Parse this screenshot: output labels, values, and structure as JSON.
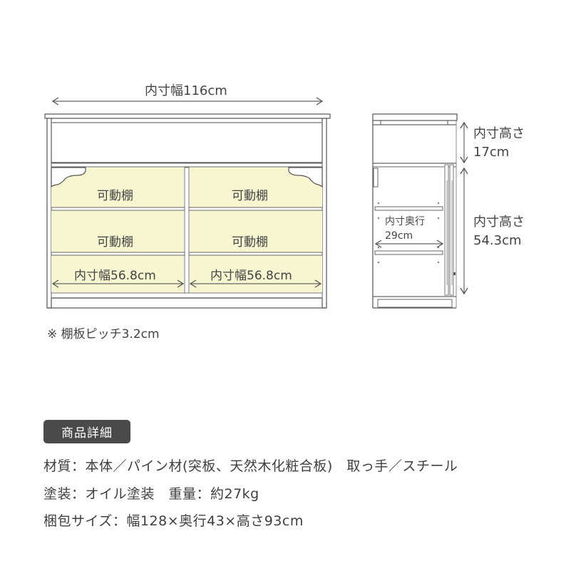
{
  "front_view": {
    "total_width_label": "内寸幅116cm",
    "shelf_labels": [
      "可動棚",
      "可動棚",
      "可動棚",
      "可動棚"
    ],
    "compartment_width_labels": [
      "内寸幅56.8cm",
      "内寸幅56.8cm"
    ],
    "shelf_color": "#f7f6d0",
    "line_color": "#555555"
  },
  "side_view": {
    "upper_height_label_line1": "内寸高さ",
    "upper_height_label_line2": "17cm",
    "lower_height_label_line1": "内寸高さ",
    "lower_height_label_line2": "54.3cm",
    "depth_label_line1": "内寸奥行",
    "depth_label_line2": "29cm"
  },
  "note": "※ 棚板ピッチ3.2cm",
  "details": {
    "badge": "商品詳細",
    "lines": [
      "材質：本体／パイン材(突板、天然木化粧合板)　取っ手／スチール",
      "塗装：オイル塗装　重量：約27kg",
      "梱包サイズ：幅128×奥行43×高さ93cm"
    ]
  }
}
